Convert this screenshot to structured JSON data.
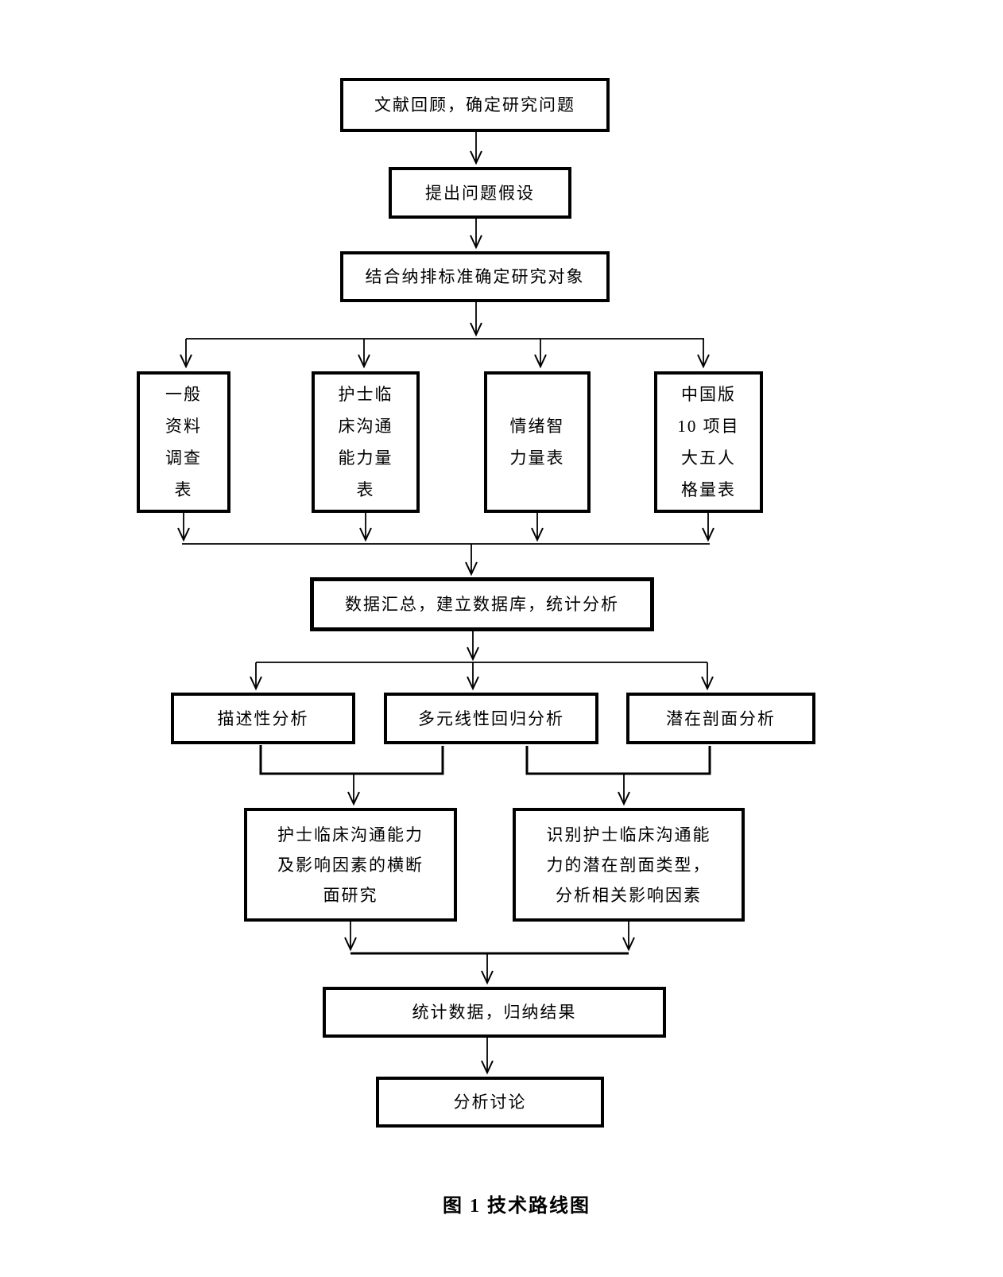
{
  "figure": {
    "caption": "图 1 技术路线图"
  },
  "colors": {
    "ink": "#000000",
    "background": "#ffffff"
  },
  "nodes": {
    "literature_review": {
      "label": "文献回顾，确定研究问题"
    },
    "hypothesis": {
      "label": "提出问题假设"
    },
    "criteria": {
      "label": "结合纳排标准确定研究对象"
    },
    "general_info": {
      "label": "一般\n资料\n调查\n表"
    },
    "nurse_communication_scale": {
      "label": "护士临\n床沟通\n能力量\n表"
    },
    "emotional_intelligence": {
      "label": "情绪智\n力量表"
    },
    "big_five": {
      "label": "中国版\n10 项目\n大五人\n格量表"
    },
    "data_pooling": {
      "label": "数据汇总，建立数据库，统计分析"
    },
    "descriptive_analysis": {
      "label": "描述性分析"
    },
    "regression_analysis": {
      "label": "多元线性回归分析"
    },
    "latent_profile_analysis": {
      "label": "潜在剖面分析"
    },
    "cross_sectional_study": {
      "label": "护士临床沟通能力\n及影响因素的横断\n面研究"
    },
    "latent_profile_study": {
      "label": "识别护士临床沟通能\n力的潜在剖面类型，\n分析相关影响因素"
    },
    "summarize_results": {
      "label": "统计数据，归纳结果"
    },
    "discussion": {
      "label": "分析讨论"
    }
  }
}
